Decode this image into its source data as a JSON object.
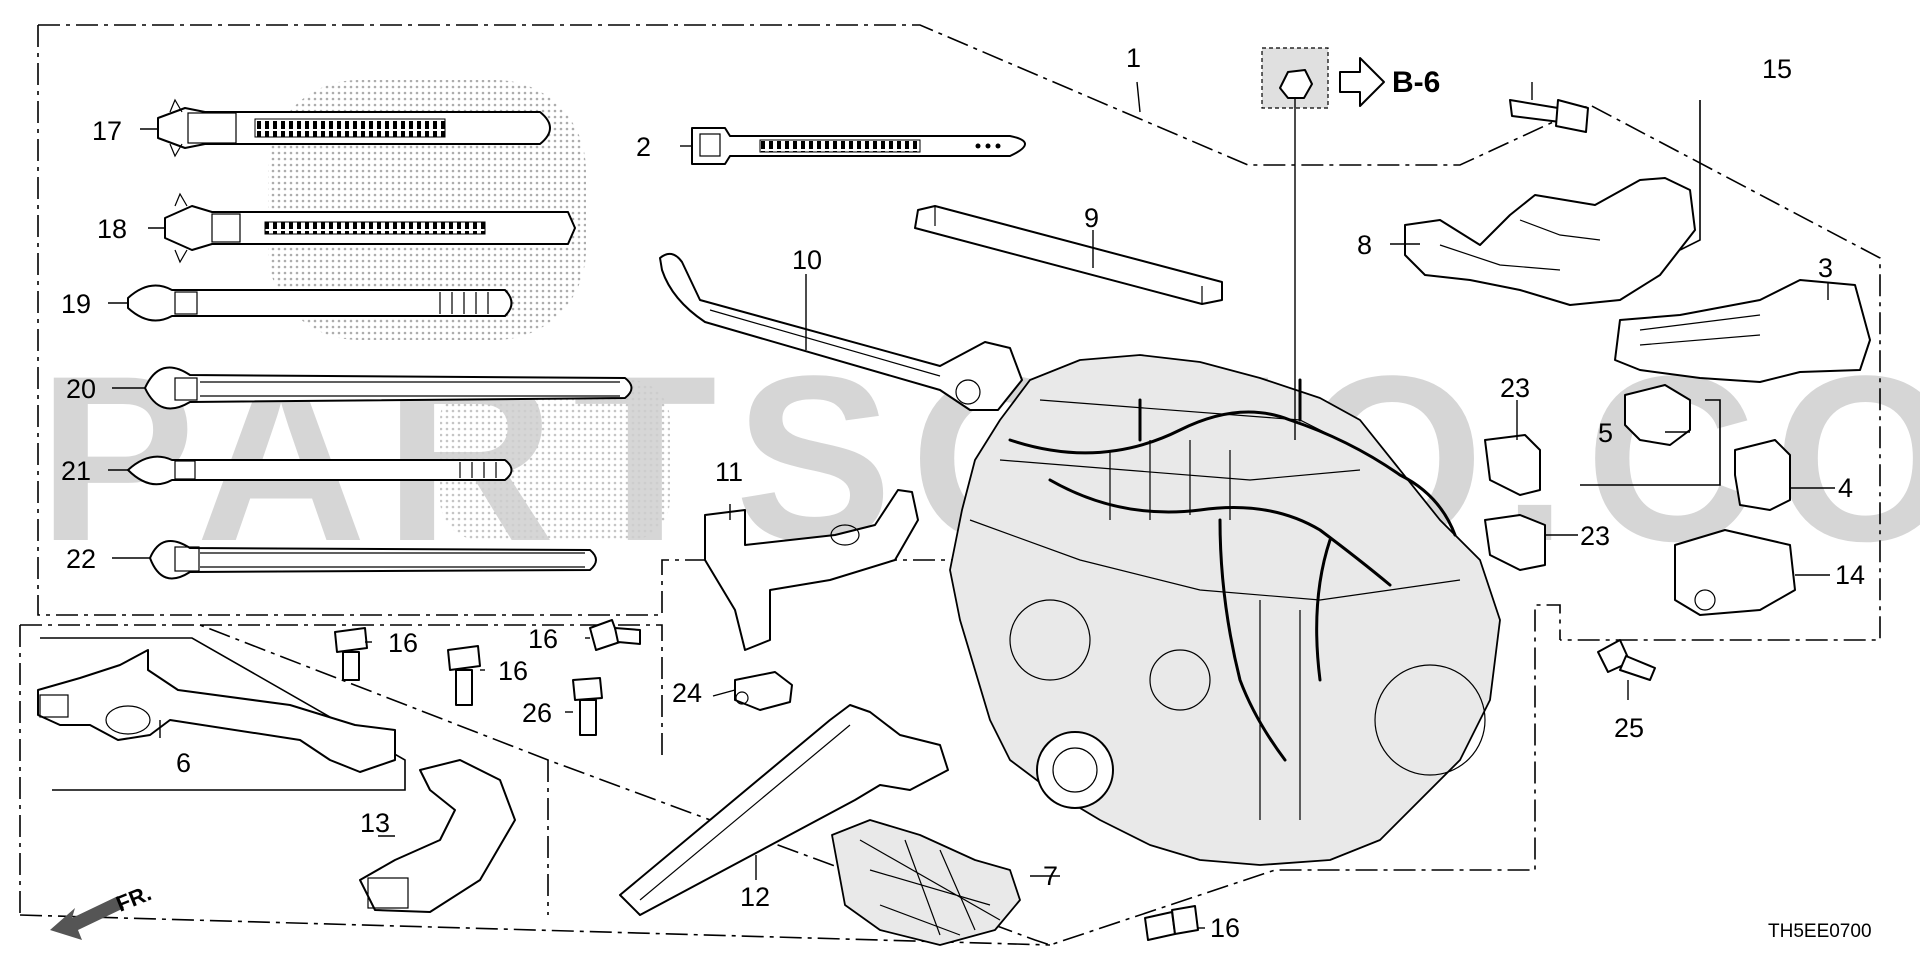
{
  "watermark": "PARTSOUQ.COM",
  "diagram_code": "TH5EE0700",
  "front_indicator": "FR.",
  "reference": {
    "label": "B-6"
  },
  "callouts": {
    "c1": "1",
    "c2": "2",
    "c3": "3",
    "c4": "4",
    "c5": "5",
    "c6": "6",
    "c7": "7",
    "c8": "8",
    "c9": "9",
    "c10": "10",
    "c11": "11",
    "c12": "12",
    "c13": "13",
    "c14": "14",
    "c15": "15",
    "c16a": "16",
    "c16b": "16",
    "c16c": "16",
    "c16d": "16",
    "c17": "17",
    "c18": "18",
    "c19": "19",
    "c20": "20",
    "c21": "21",
    "c22": "22",
    "c23a": "23",
    "c23b": "23",
    "c24": "24",
    "c25": "25",
    "c26": "26"
  }
}
